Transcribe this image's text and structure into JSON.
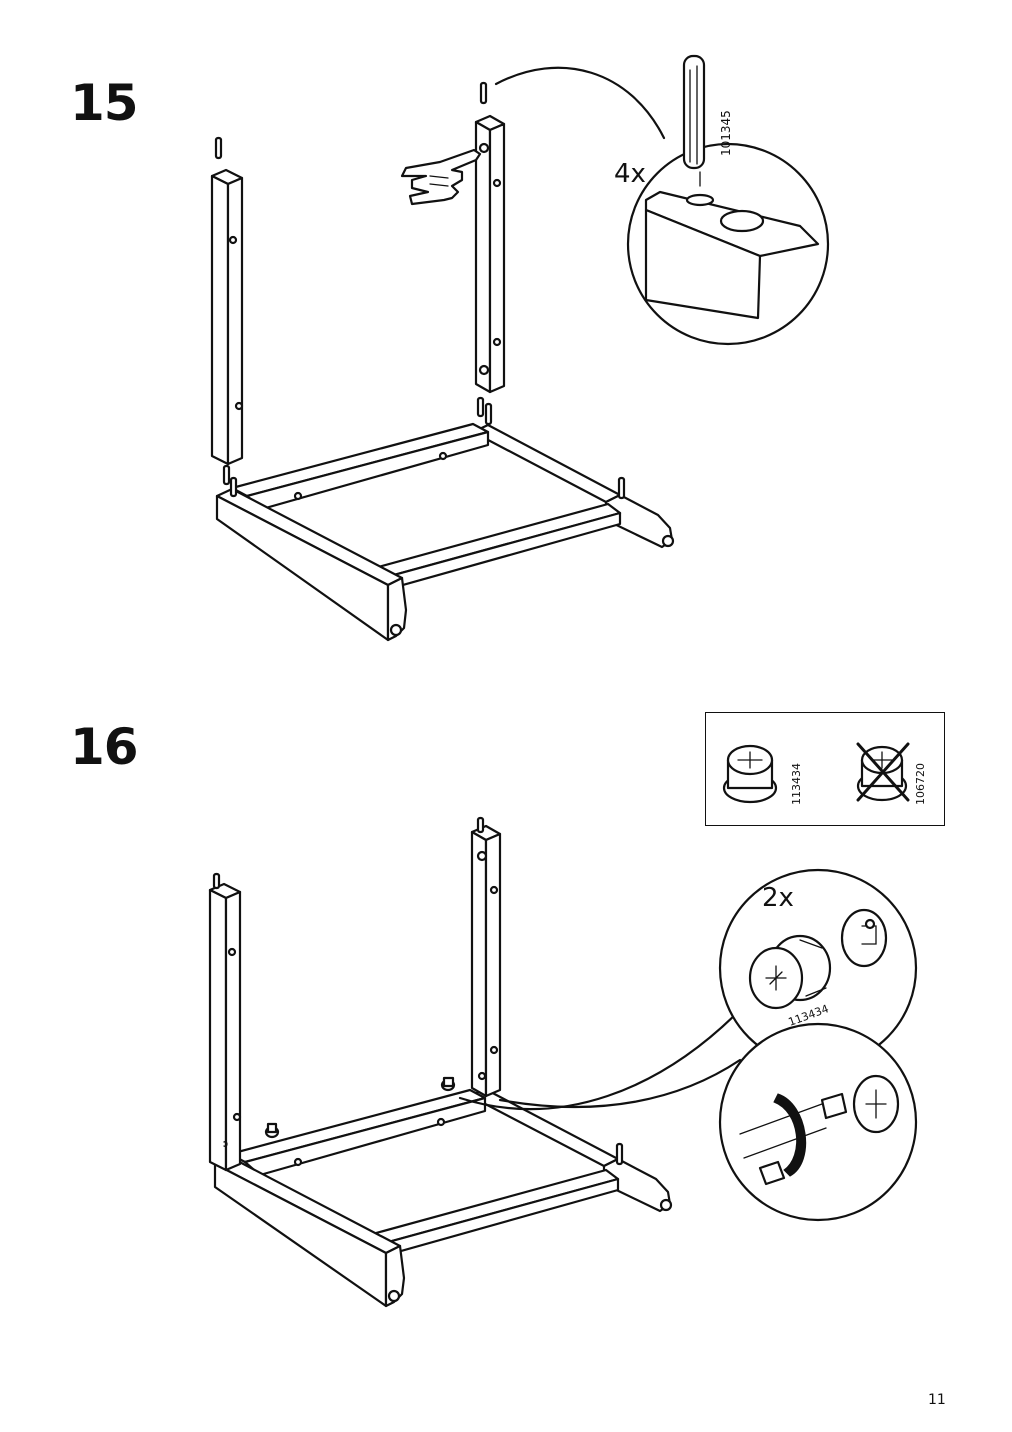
{
  "page_number": "11",
  "steps": [
    {
      "number": "15",
      "detail": {
        "quantity": "4x",
        "part_number": "101345"
      }
    },
    {
      "number": "16",
      "legend": {
        "correct_part": "113434",
        "wrong_part": "106720"
      },
      "detail": {
        "quantity": "2x",
        "part_number": "113434"
      }
    }
  ]
}
